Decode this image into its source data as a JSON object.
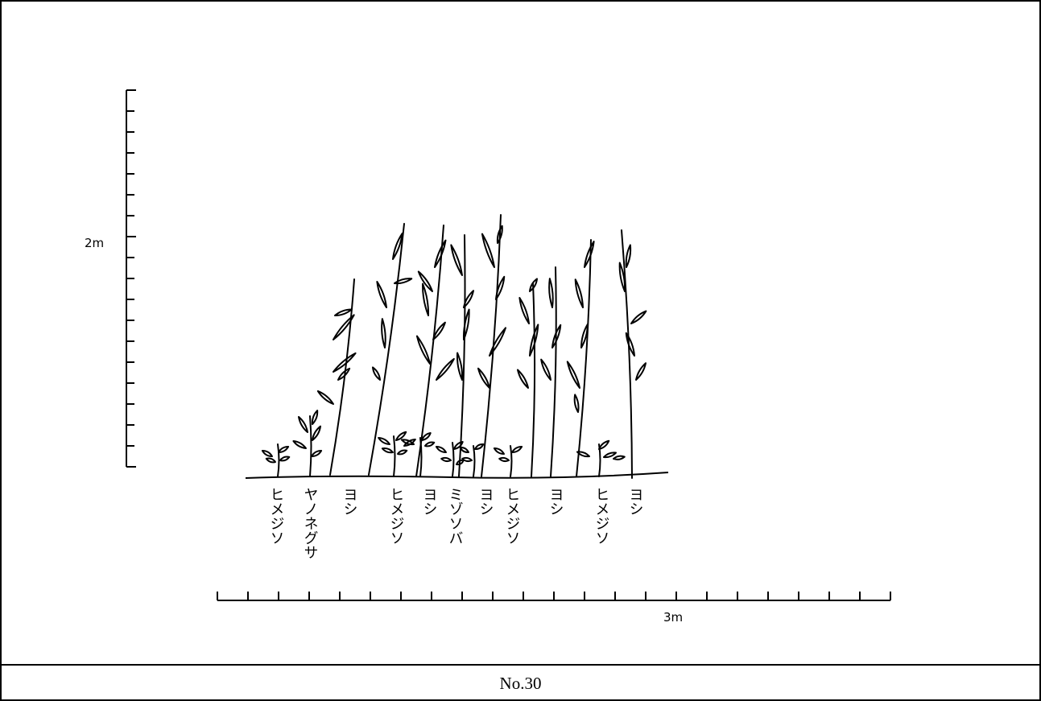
{
  "figure": {
    "caption": "No.30",
    "vertical_scale_label": "2m",
    "horizontal_scale_label": "3m"
  },
  "plants": [
    {
      "label": "ヒメジソ",
      "kind": "herb"
    },
    {
      "label": "ヤノネグサ",
      "kind": "herb"
    },
    {
      "label": "ヨシ",
      "kind": "reed"
    },
    {
      "label": "ヒメジソ",
      "kind": "herb"
    },
    {
      "label": "ヨシ",
      "kind": "reed"
    },
    {
      "label": "ミゾソバ",
      "kind": "herb"
    },
    {
      "label": "ヨシ",
      "kind": "reed"
    },
    {
      "label": "ヒメジソ",
      "kind": "herb"
    },
    {
      "label": "ヨシ",
      "kind": "reed"
    },
    {
      "label": "ヒメジソ",
      "kind": "herb"
    },
    {
      "label": "ヨシ",
      "kind": "reed"
    }
  ]
}
